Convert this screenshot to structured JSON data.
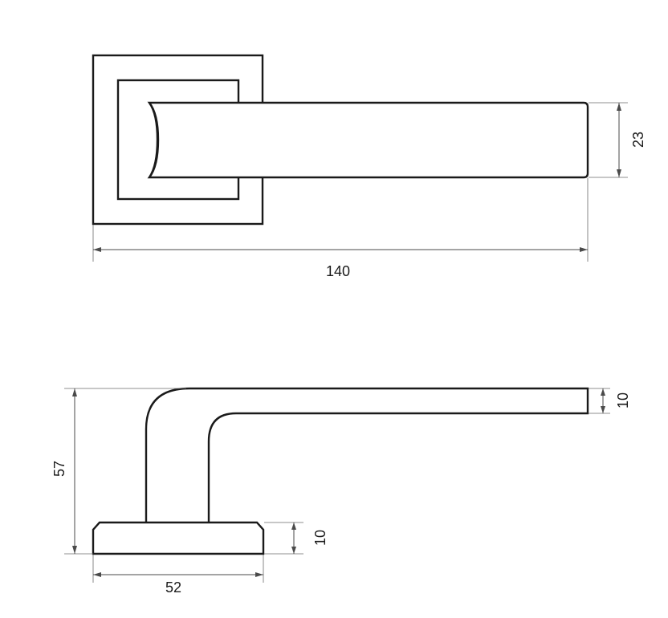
{
  "dimensions": {
    "top_view": {
      "length": "140",
      "lever_width": "23"
    },
    "side_view": {
      "height": "57",
      "lever_thickness": "10",
      "rosette_thickness": "10",
      "rosette_width": "52"
    }
  },
  "colors": {
    "line": "#1a1a1a",
    "dimension_line": "#4a4a4a",
    "background": "#ffffff"
  }
}
